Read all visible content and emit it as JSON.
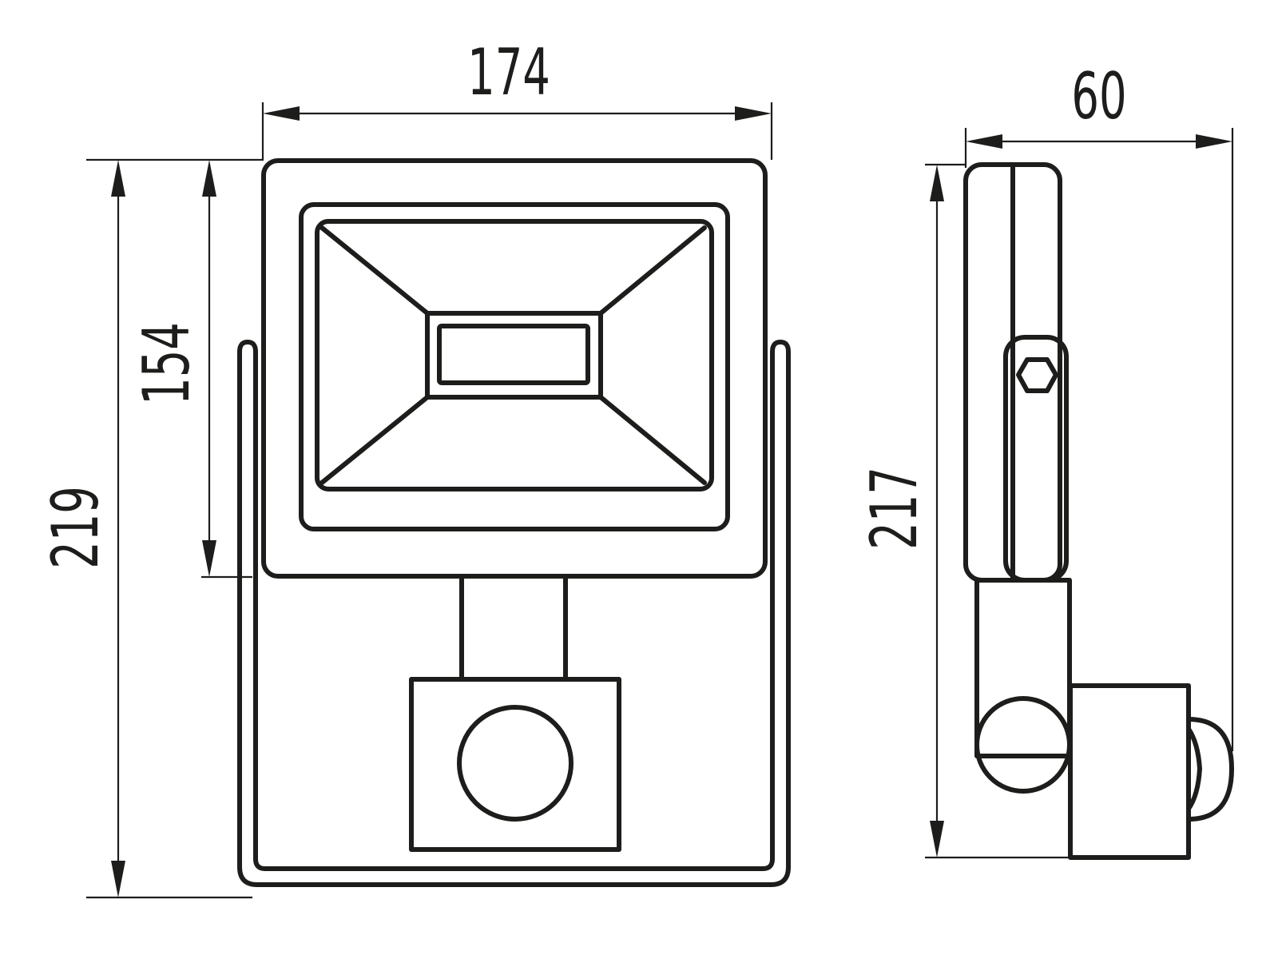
{
  "dimensions": {
    "width": "174",
    "height_housing": "154",
    "height_total": "219",
    "depth": "60",
    "height_side": "217"
  }
}
